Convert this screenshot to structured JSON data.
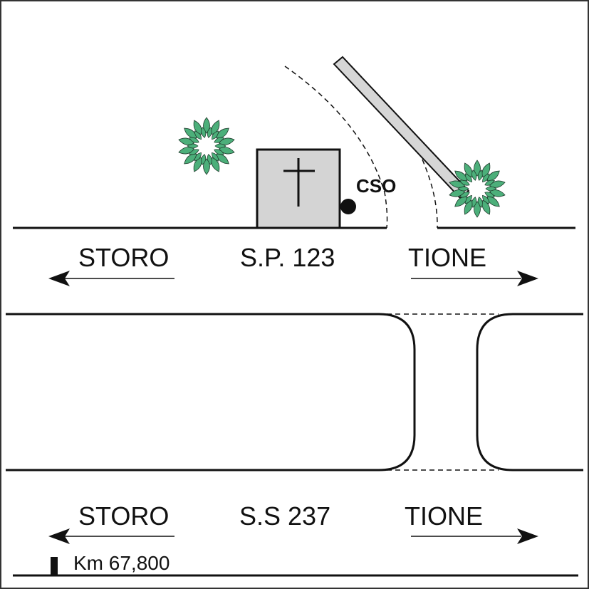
{
  "colors": {
    "line": "#111111",
    "frame": "#333333",
    "building_fill": "#d4d4d4",
    "bush_leaf": "#4caf7a",
    "bush_dark": "#1f3b2c",
    "barrier_fill": "#d6d6d6"
  },
  "upper_road": {
    "name": "S.P. 123",
    "left_direction": "STORO",
    "right_direction": "TIONE"
  },
  "lower_road": {
    "name": "S.S 237",
    "left_direction": "STORO",
    "right_direction": "TIONE"
  },
  "point_label": "CSO",
  "milestone": "Km 67,800",
  "icons": {
    "building": "chapel-icon",
    "cross": "cross-icon",
    "marker": "point-marker-icon",
    "trees": "tree-icon",
    "barrier": "barrier-icon"
  }
}
